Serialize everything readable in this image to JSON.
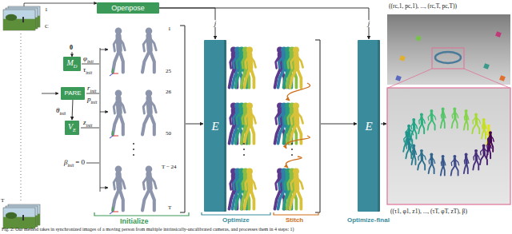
{
  "diagram": {
    "caption": "Fig. 2: Our method takes in synchronized images of a moving person from multiple intrinsically-uncalibrated cameras, and processes them in 4 steps: 1)",
    "nodes": [
      {
        "text": [
          "Openpose"
        ]
      },
      {
        "text": [
          "M",
          "D"
        ]
      },
      {
        "text": [
          "PARE"
        ]
      },
      {
        "text": [
          "V",
          "E"
        ]
      },
      {
        "text": [
          "E"
        ]
      },
      {
        "text": [
          "E"
        ]
      }
    ],
    "edges": [
      {
        "from": 0,
        "to": 4,
        "arrow": "to",
        "label": "j"
      },
      {
        "from": 0,
        "to": 5,
        "arrow": "to",
        "label": "j"
      },
      {
        "from": 2,
        "to": 3,
        "arrow": "to"
      }
    ],
    "labels": [
      "1",
      "C",
      "T",
      "0",
      "φ",
      "init",
      "τ",
      "init",
      "r",
      "init",
      "p",
      "init",
      "θ",
      "init",
      "z",
      "init",
      "β",
      "init",
      "= 0",
      "1",
      "25",
      "26",
      "50",
      "T − 24",
      "T",
      "Initialize",
      "Optimize",
      "Stitch",
      "Optimize-final",
      "((rc,1, pc,1), ..., (rc,T, pc,T))",
      "((τ1, φ1, z1), ..., (τT, φT, zT), β)"
    ]
  }
}
